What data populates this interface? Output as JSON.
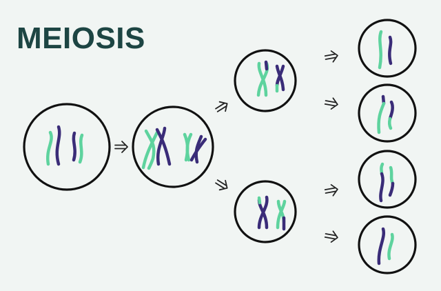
{
  "title": "MEIOSIS",
  "colors": {
    "background": "#f1f5f3",
    "title": "#1d4543",
    "chromosome_green": "#5ed39e",
    "chromosome_purple": "#3a2c78",
    "outline": "#111111"
  },
  "stages": [
    {
      "name": "parent-cell",
      "chromosomes": 4
    },
    {
      "name": "duplicated-cell",
      "chromosomes": 4
    },
    {
      "name": "meiosis-1-daughter-cell",
      "count": 2
    },
    {
      "name": "gamete",
      "count": 4
    }
  ]
}
